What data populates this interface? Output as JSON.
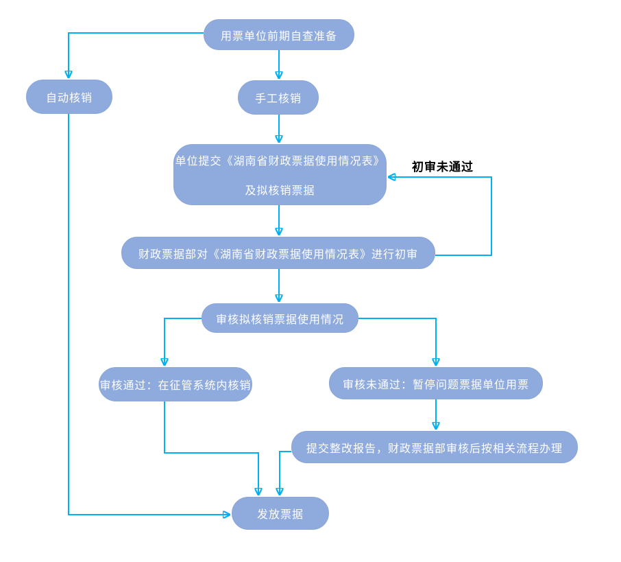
{
  "diagram": {
    "type": "flowchart",
    "colors": {
      "node_fill": "#8FAADC",
      "node_text": "#FFFFFF",
      "connector": "#00B0F0",
      "edge_label_text": "#000000",
      "background": "#FFFFFF"
    },
    "nodes": {
      "self_check": {
        "label": "用票单位前期自查准备"
      },
      "auto": {
        "label": "自动核销"
      },
      "manual": {
        "label": "手工核销"
      },
      "submit": {
        "label_line1": "单位提交《湖南省财政票据使用情况表》",
        "label_line2": "及拟核销票据"
      },
      "initial": {
        "label": "财政票据部对《湖南省财政票据使用情况表》进行初审"
      },
      "usage": {
        "label": "审核拟核销票据使用情况"
      },
      "pass": {
        "label": "审核通过：在征管系统内核销"
      },
      "fail": {
        "label": "审核未通过：暂停问题票据单位用票"
      },
      "rect": {
        "label": "提交整改报告，财政票据部审核后按相关流程办理"
      },
      "issue": {
        "label": "发放票据"
      }
    },
    "edge_labels": {
      "initial_review_fail": "初审未通过"
    }
  }
}
